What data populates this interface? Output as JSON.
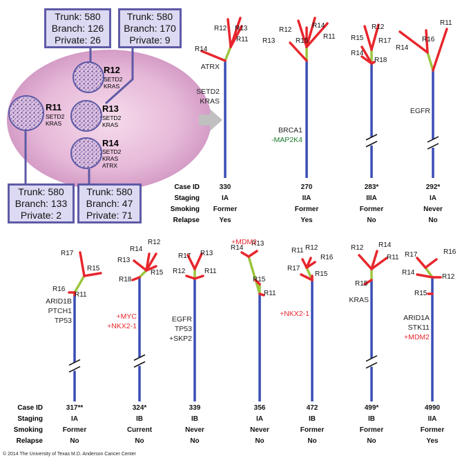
{
  "legend_tumor": {
    "regions": [
      {
        "id": "R12",
        "genes": [
          "SETD2",
          "KRAS"
        ]
      },
      {
        "id": "R11",
        "genes": [
          "SETD2",
          "KRAS"
        ]
      },
      {
        "id": "R13",
        "genes": [
          "SETD2",
          "KRAS"
        ]
      },
      {
        "id": "R14",
        "genes": [
          "SETD2",
          "KRAS",
          "ATRX"
        ]
      }
    ],
    "boxes": [
      {
        "lines": [
          "Trunk: 580",
          "Branch: 126",
          "Private: 26"
        ]
      },
      {
        "lines": [
          "Trunk: 580",
          "Branch: 170",
          "Private: 9"
        ]
      },
      {
        "lines": [
          "Trunk: 580",
          "Branch: 133",
          "Private: 2"
        ]
      },
      {
        "lines": [
          "Trunk: 580",
          "Branch: 47",
          "Private: 71"
        ]
      }
    ]
  },
  "row_labels": [
    "Case ID",
    "Staging",
    "Smoking",
    "Relapse"
  ],
  "trees": [
    {
      "case_id": "330",
      "staging": "IA",
      "smoking": "Former",
      "relapse": "Yes",
      "leaves": [
        "R14",
        "R12",
        "R13",
        "R11"
      ],
      "genes": [
        {
          "text": "ATRX",
          "color": "#222222"
        },
        {
          "text": "SETD2",
          "color": "#222222"
        },
        {
          "text": "KRAS",
          "color": "#222222"
        }
      ]
    },
    {
      "case_id": "270",
      "staging": "IIA",
      "smoking": "Former",
      "relapse": "Yes",
      "leaves": [
        "R13",
        "R12",
        "R15",
        "R14",
        "R11"
      ],
      "genes": [
        {
          "text": "BRCA1",
          "color": "#222222"
        },
        {
          "text": "-MAP2K4",
          "color": "#1a7a2a"
        }
      ]
    },
    {
      "case_id": "283",
      "case_mark": "*",
      "staging": "IIIA",
      "smoking": "Former",
      "relapse": "No",
      "leaves": [
        "R15",
        "R12",
        "R17",
        "R14",
        "R18"
      ],
      "genes": []
    },
    {
      "case_id": "292",
      "case_mark": "*",
      "staging": "IA",
      "smoking": "Never",
      "relapse": "No",
      "leaves": [
        "R14",
        "R16",
        "R11"
      ],
      "genes": [
        {
          "text": "EGFR",
          "color": "#222222"
        }
      ]
    },
    {
      "case_id": "317",
      "case_mark": "**",
      "staging": "IA",
      "smoking": "Former",
      "relapse": "No",
      "leaves": [
        "R17",
        "R15",
        "R16",
        "R11"
      ],
      "genes": [
        {
          "text": "ARID1B",
          "color": "#222222"
        },
        {
          "text": "PTCH1",
          "color": "#222222"
        },
        {
          "text": "TP53",
          "color": "#222222"
        }
      ]
    },
    {
      "case_id": "324",
      "case_mark": "*",
      "staging": "IB",
      "smoking": "Current",
      "relapse": "No",
      "leaves": [
        "R14",
        "R12",
        "R13",
        "R15",
        "R18"
      ],
      "genes": [
        {
          "text": "+MYC",
          "color": "#e8262d"
        },
        {
          "text": "+NKX2-1",
          "color": "#e8262d"
        }
      ]
    },
    {
      "case_id": "339",
      "staging": "IB",
      "smoking": "Never",
      "relapse": "No",
      "leaves": [
        "R17",
        "R13",
        "R12",
        "R11"
      ],
      "genes": [
        {
          "text": "EGFR",
          "color": "#222222"
        },
        {
          "text": "TP53",
          "color": "#222222"
        },
        {
          "text": "+SKP2",
          "color": "#222222"
        }
      ]
    },
    {
      "case_id": "356",
      "staging": "IA",
      "smoking": "Never",
      "relapse": "No",
      "leaves": [
        "R14",
        "R13",
        "R15",
        "R11"
      ],
      "genes": [
        {
          "text": "+MDM2",
          "color": "#e8262d"
        }
      ]
    },
    {
      "case_id": "472",
      "staging": "IB",
      "smoking": "Former",
      "relapse": "No",
      "leaves": [
        "R11",
        "R12",
        "R16",
        "R17",
        "R15"
      ],
      "genes": [
        {
          "text": "+NKX2-1",
          "color": "#e8262d"
        }
      ]
    },
    {
      "case_id": "499",
      "case_mark": "*",
      "staging": "IB",
      "smoking": "Former",
      "relapse": "No",
      "leaves": [
        "R12",
        "R14",
        "R11",
        "R15"
      ],
      "genes": [
        {
          "text": "KRAS",
          "color": "#222222"
        }
      ]
    },
    {
      "case_id": "4990",
      "staging": "IIA",
      "smoking": "Former",
      "relapse": "Yes",
      "leaves": [
        "R17",
        "R16",
        "R14",
        "R12",
        "R15"
      ],
      "genes": [
        {
          "text": "ARID1A",
          "color": "#222222"
        },
        {
          "text": "STK11",
          "color": "#222222"
        },
        {
          "text": "+MDM2",
          "color": "#e8262d"
        }
      ]
    }
  ],
  "footer": "© 2014 The University of Texas M.D. Anderson Cancer Center",
  "colors": {
    "trunk": "#3a4db5",
    "branch": "#9bc53d",
    "private": "#e8262d",
    "box_fill": "#dcd9f2",
    "box_border": "#5d5aa6"
  }
}
